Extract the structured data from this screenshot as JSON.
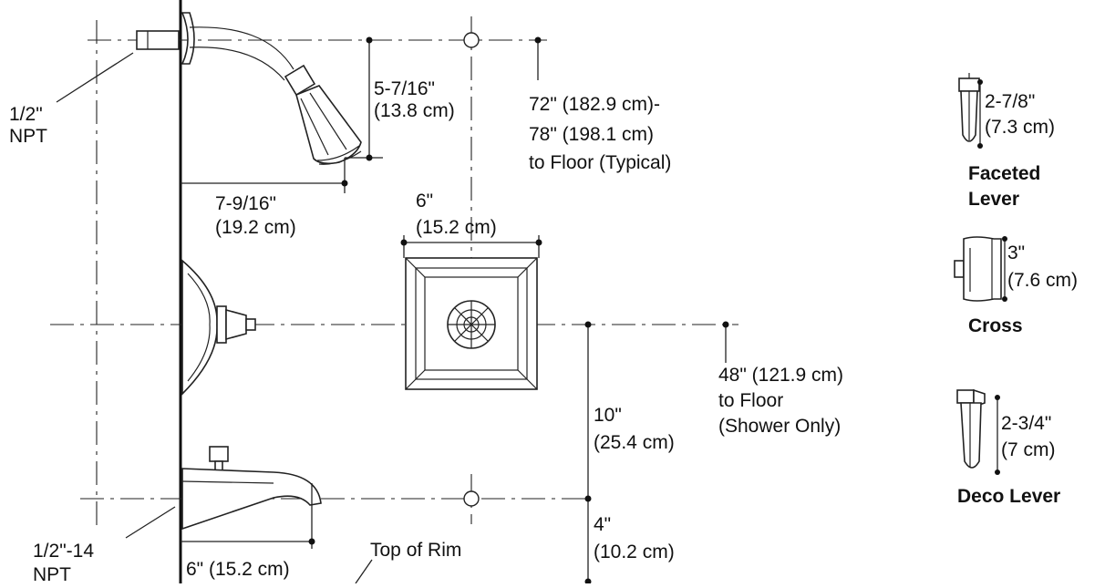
{
  "labels": {
    "npt_top_1": "1/2\"",
    "npt_top_2": "NPT",
    "npt_bottom_1": "1/2\"-14",
    "npt_bottom_2": "NPT",
    "showerhead_drop_1": "5-7/16\"",
    "showerhead_drop_2": "(13.8 cm)",
    "showerhead_reach_1": "7-9/16\"",
    "showerhead_reach_2": "(19.2 cm)",
    "arm_height_1": "72\" (182.9 cm)-",
    "arm_height_2": "78\" (198.1 cm)",
    "arm_height_3": "to Floor (Typical)",
    "trim_width_1": "6\"",
    "trim_width_2": "(15.2 cm)",
    "valve_height_1": "48\" (121.9 cm)",
    "valve_height_2": "to Floor",
    "valve_height_3": "(Shower Only)",
    "valve_to_spout_1": "10\"",
    "valve_to_spout_2": "(25.4 cm)",
    "spout_to_rim_1": "4\"",
    "spout_to_rim_2": "(10.2 cm)",
    "spout_reach": "6\" (15.2 cm)",
    "top_of_rim": "Top of Rim"
  },
  "handles": {
    "faceted": {
      "dim_1": "2-7/8\"",
      "dim_2": "(7.3 cm)",
      "name_1": "Faceted",
      "name_2": "Lever"
    },
    "cross": {
      "dim_1": "3\"",
      "dim_2": "(7.6 cm)",
      "name": "Cross"
    },
    "deco": {
      "dim_1": "2-3/4\"",
      "dim_2": "(7 cm)",
      "name": "Deco Lever"
    }
  }
}
